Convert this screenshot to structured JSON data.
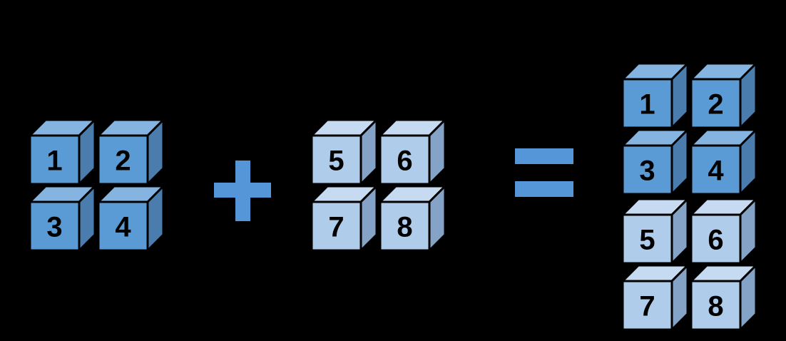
{
  "operators": {
    "plus": "+",
    "equals": "="
  },
  "colors": {
    "background": "#000000",
    "outline": "#000000",
    "operator": "#5596D8",
    "digit": "#000000",
    "dark": {
      "front": "#5B9BD5",
      "top": "#86B4E1",
      "side": "#4A7CAE"
    },
    "light": {
      "front": "#B0CCEB",
      "top": "#C6DAF2",
      "side": "#85A3C6"
    }
  },
  "groups": [
    {
      "name": "addend-1",
      "cubes": [
        {
          "label": "1",
          "row": 0,
          "col": 0,
          "variant": "dark"
        },
        {
          "label": "2",
          "row": 0,
          "col": 1,
          "variant": "dark"
        },
        {
          "label": "3",
          "row": 1,
          "col": 0,
          "variant": "dark"
        },
        {
          "label": "4",
          "row": 1,
          "col": 1,
          "variant": "dark"
        }
      ]
    },
    {
      "name": "addend-2",
      "cubes": [
        {
          "label": "5",
          "row": 0,
          "col": 0,
          "variant": "light"
        },
        {
          "label": "6",
          "row": 0,
          "col": 1,
          "variant": "light"
        },
        {
          "label": "7",
          "row": 1,
          "col": 0,
          "variant": "light"
        },
        {
          "label": "8",
          "row": 1,
          "col": 1,
          "variant": "light"
        }
      ]
    },
    {
      "name": "result",
      "cubes": [
        {
          "label": "1",
          "row": 0,
          "col": 0,
          "variant": "dark"
        },
        {
          "label": "2",
          "row": 0,
          "col": 1,
          "variant": "dark"
        },
        {
          "label": "3",
          "row": 1,
          "col": 0,
          "variant": "dark"
        },
        {
          "label": "4",
          "row": 1,
          "col": 1,
          "variant": "dark"
        },
        {
          "label": "5",
          "row": 2,
          "col": 0,
          "variant": "light"
        },
        {
          "label": "6",
          "row": 2,
          "col": 1,
          "variant": "light"
        },
        {
          "label": "7",
          "row": 3,
          "col": 0,
          "variant": "light"
        },
        {
          "label": "8",
          "row": 3,
          "col": 1,
          "variant": "light"
        }
      ]
    }
  ]
}
